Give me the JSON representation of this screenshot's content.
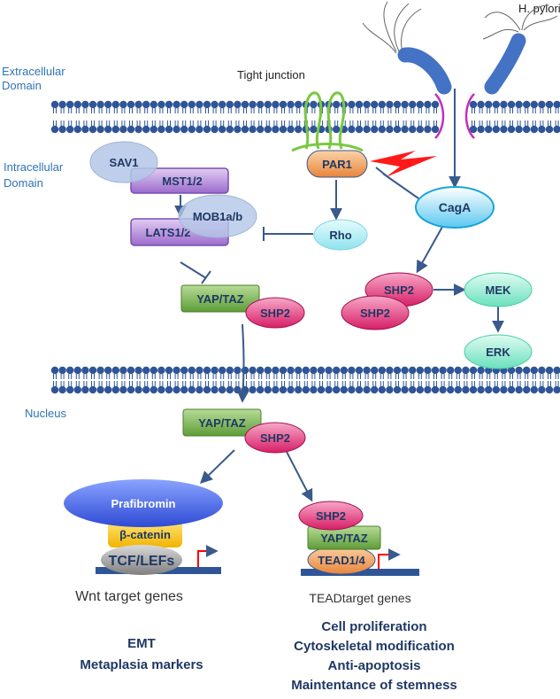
{
  "labels": {
    "h_pylori": "H. pylori",
    "extracellular_1": "Extracellular",
    "extracellular_2": "Domain",
    "tight_junction": "Tight junction",
    "intracellular_1": "Intracellular",
    "intracellular_2": "Domain",
    "nucleus": "Nucleus",
    "wnt_target_genes": "Wnt target genes",
    "tead_target_genes": "TEADtarget genes"
  },
  "nodes": {
    "sav1": "SAV1",
    "mst12": "MST1/2",
    "mob1ab": "MOB1a/b",
    "lats12": "LATS1/2",
    "par1": "PAR1",
    "rho": "Rho",
    "caga": "CagA",
    "yaptaz_cyto": "YAP/TAZ",
    "shp2_cyto": "SHP2",
    "shp2_a": "SHP2",
    "shp2_b": "SHP2",
    "mek": "MEK",
    "erk": "ERK",
    "yaptaz_nuc": "YAP/TAZ",
    "shp2_nuc": "SHP2",
    "prafibromin": "Prafibromin",
    "beta_catenin": "β-catenin",
    "tcf_lefs": "TCF/LEFs",
    "shp2_tead": "SHP2",
    "yaptaz_tead": "YAP/TAZ",
    "tead14": "TEAD1/4"
  },
  "outcomes": {
    "wnt": [
      "EMT",
      "Metaplasia markers"
    ],
    "tead": [
      "Cell proliferation",
      "Cytoskeletal modification",
      "Anti-apoptosis",
      "Maintentance of stemness"
    ]
  },
  "colors": {
    "membrane": "#2f5597",
    "region_text": "#2e74b5",
    "par1": "#f4a460",
    "caga": "#5bc8f0",
    "rho": "#a8eef5",
    "shp2": "#e7417e",
    "mek_erk": "#7fe8c8",
    "yaptaz": "#70ad47",
    "lats": "#9966cc",
    "sav_mob": "#b4c7e7",
    "prafibromin": "#3f5fe0",
    "beta_catenin": "#ffc000",
    "tcf": "#909090",
    "tead": "#f0a050",
    "bacteria": "#4472c4",
    "tight_junction": "#7ac943",
    "lightning": "#ff0000"
  }
}
